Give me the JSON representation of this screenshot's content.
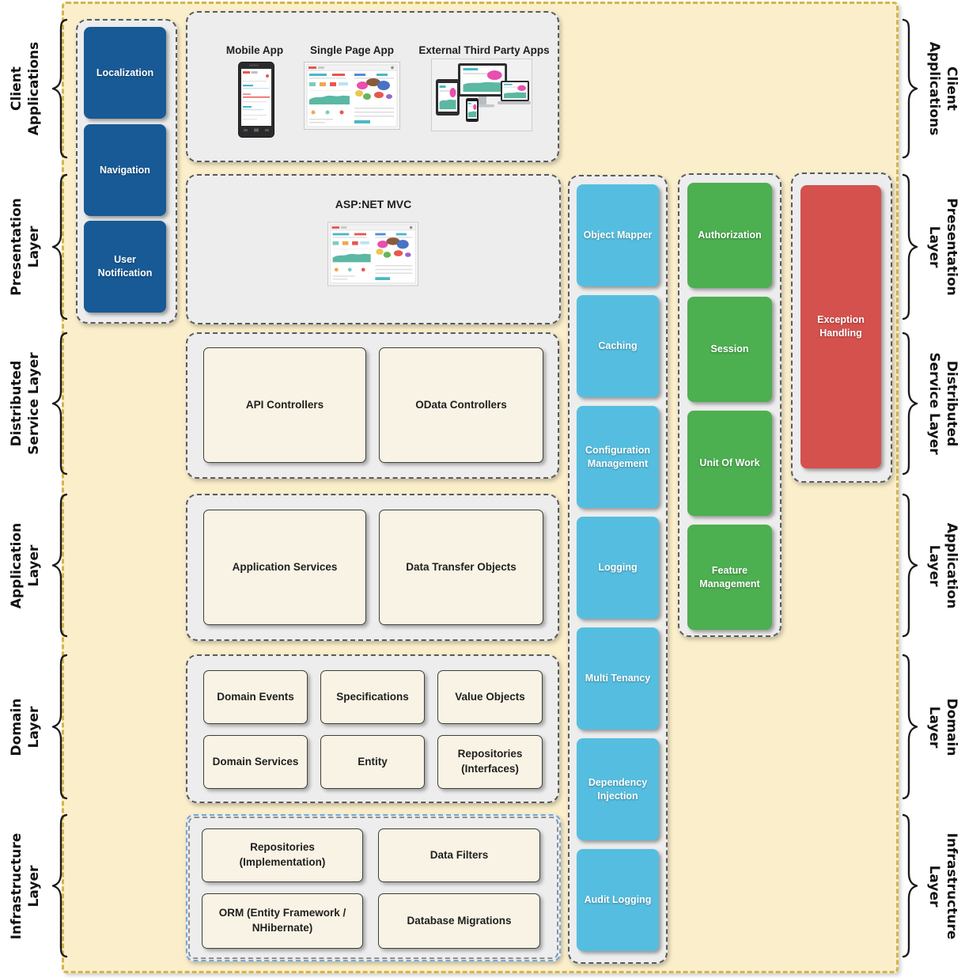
{
  "colors": {
    "canvas_bg": "#FBEFCB",
    "canvas_border": "#D5B44C",
    "panel_bg": "#EDEDED",
    "panel_border": "#5A5A5A",
    "infrastructure_panel_border": "#6FA8DC",
    "blue_box": "#175A96",
    "cyan_box": "#55BEE0",
    "green_box": "#4CAF50",
    "red_box": "#D5514D",
    "beige_box_bg": "#F8F3E4",
    "box_text_light": "#FFFFFF",
    "box_text_dark": "#1F1F1F"
  },
  "side_labels": [
    {
      "line1": "Client",
      "line2": "Applications"
    },
    {
      "line1": "Presentation",
      "line2": "Layer"
    },
    {
      "line1": "Distributed",
      "line2": "Service Layer"
    },
    {
      "line1": "Application",
      "line2": "Layer"
    },
    {
      "line1": "Domain",
      "line2": "Layer"
    },
    {
      "line1": "Infrastructure",
      "line2": "Layer"
    }
  ],
  "sidebar": {
    "items": [
      "Localization",
      "Navigation",
      "User Notification"
    ]
  },
  "client_apps": {
    "items": [
      {
        "label": "Mobile App"
      },
      {
        "label": "Single Page App"
      },
      {
        "label": "External Third Party Apps"
      }
    ]
  },
  "presentation": {
    "title": "ASP:NET MVC"
  },
  "distributed_service": {
    "boxes": [
      "API Controllers",
      "OData Controllers"
    ]
  },
  "application_layer": {
    "boxes": [
      "Application Services",
      "Data Transfer Objects"
    ]
  },
  "domain_layer": {
    "boxes": [
      "Domain Events",
      "Specifications",
      "Value Objects",
      "Domain Services",
      "Entity",
      "Repositories (Interfaces)"
    ]
  },
  "infrastructure_layer": {
    "boxes": [
      "Repositories (Implementation)",
      "Data Filters",
      "ORM (Entity Framework / NHibernate)",
      "Database Migrations"
    ]
  },
  "cross_cutting": {
    "boxes": [
      "Object Mapper",
      "Caching",
      "Configuration Management",
      "Logging",
      "Multi Tenancy",
      "Dependency Injection",
      "Audit Logging"
    ]
  },
  "framework_aspects": {
    "boxes": [
      "Authorization",
      "Session",
      "Unit Of Work",
      "Feature Management"
    ]
  },
  "exception": {
    "label": "Exception Handling"
  }
}
